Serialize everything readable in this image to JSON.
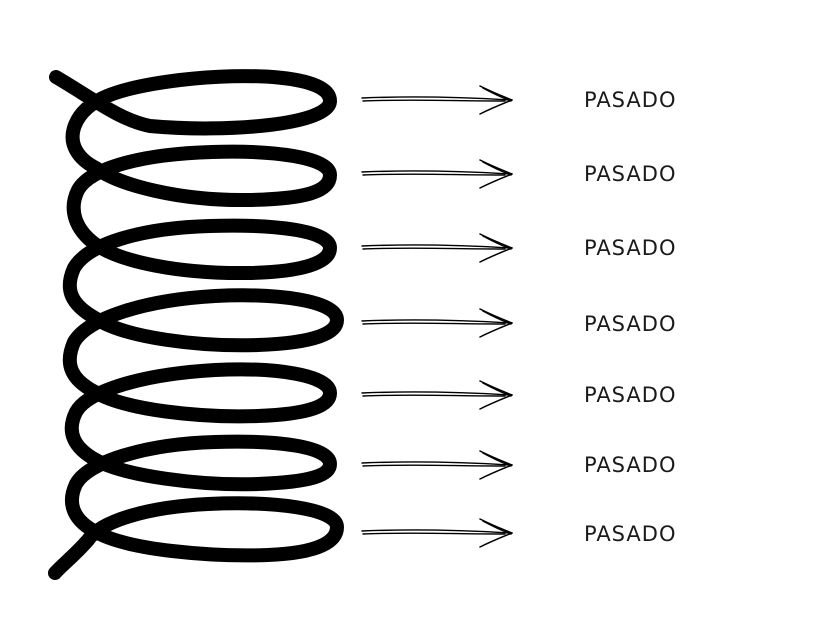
{
  "colors": {
    "background": "#ffffff",
    "ink": "#000000",
    "text": "#1a1a1a"
  },
  "diagram": {
    "loops": [
      {
        "label": "PASADO"
      },
      {
        "label": "PASADO"
      },
      {
        "label": "PASADO"
      },
      {
        "label": "PASADO"
      },
      {
        "label": "PASADO"
      },
      {
        "label": "PASADO"
      },
      {
        "label": "PASADO"
      }
    ]
  }
}
